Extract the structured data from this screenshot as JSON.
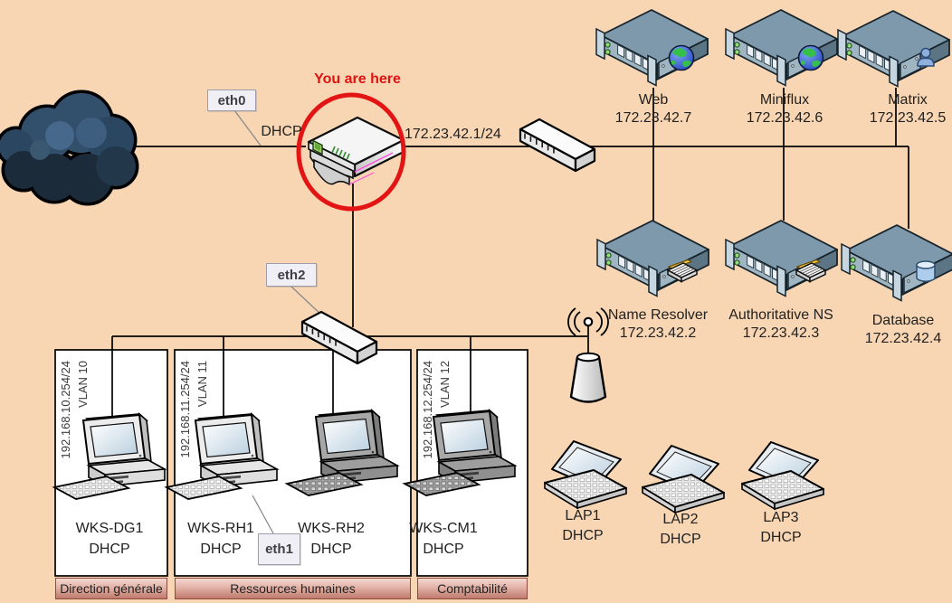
{
  "router": {
    "marker": "You are here",
    "wan_mode": "DHCP",
    "lan_ip": "172.23.42.1/24"
  },
  "interfaces": {
    "eth0": "eth0",
    "eth1": "eth1",
    "eth2": "eth2"
  },
  "servers": [
    {
      "name": "Web",
      "ip": "172.23.42.7",
      "badge": "globe-icon"
    },
    {
      "name": "Miniflux",
      "ip": "172.23.42.6",
      "badge": "globe-icon"
    },
    {
      "name": "Matrix",
      "ip": "172.23.42.5",
      "badge": "user-icon"
    },
    {
      "name": "Name Resolver",
      "ip": "172.23.42.2",
      "badge": "keyboard-pencil-icon"
    },
    {
      "name": "Authoritative NS",
      "ip": "172.23.42.3",
      "badge": "keyboard-pencil-icon"
    },
    {
      "name": "Database",
      "ip": "172.23.42.4",
      "badge": "database-icon"
    }
  ],
  "vlans": [
    {
      "gateway": "192.168.10.254/24",
      "vlan_label": "VLAN 10",
      "department": "Direction générale",
      "workstations": [
        {
          "name": "WKS-DG1",
          "mode": "DHCP"
        }
      ]
    },
    {
      "gateway": "192.168.11.254/24",
      "vlan_label": "VLAN 11",
      "department": "Ressources humaines",
      "workstations": [
        {
          "name": "WKS-RH1",
          "mode": "DHCP"
        },
        {
          "name": "WKS-RH2",
          "mode": "DHCP"
        }
      ]
    },
    {
      "gateway": "192.168.12.254/24",
      "vlan_label": "VLAN 12",
      "department": "Comptabilité",
      "workstations": [
        {
          "name": "WKS-CM1",
          "mode": "DHCP"
        }
      ]
    }
  ],
  "laptops": [
    {
      "name": "LAP1",
      "mode": "DHCP"
    },
    {
      "name": "LAP2",
      "mode": "DHCP"
    },
    {
      "name": "LAP3",
      "mode": "DHCP"
    }
  ],
  "icons": {
    "cloud-icon": "internet cloud",
    "router-icon": "edge router",
    "switch-icon": "ethernet switch",
    "server-icon": "rack server",
    "workstation-icon": "desktop workstation",
    "laptop-icon": "laptop",
    "access-point-icon": "wireless access point cone",
    "antenna-icon": "radio antenna with waves",
    "globe-icon": "globe",
    "user-icon": "person",
    "keyboard-pencil-icon": "keyboard with pencil",
    "database-icon": "database cylinder"
  },
  "colors": {
    "background": "#f9d6b3",
    "marker_red": "#e11212",
    "line": "#000000",
    "vlan_strip_top": "#f4d8d0",
    "vlan_strip_bottom": "#bf7a6d",
    "server_body": "#7e99ab",
    "led_green": "#8be26e"
  }
}
